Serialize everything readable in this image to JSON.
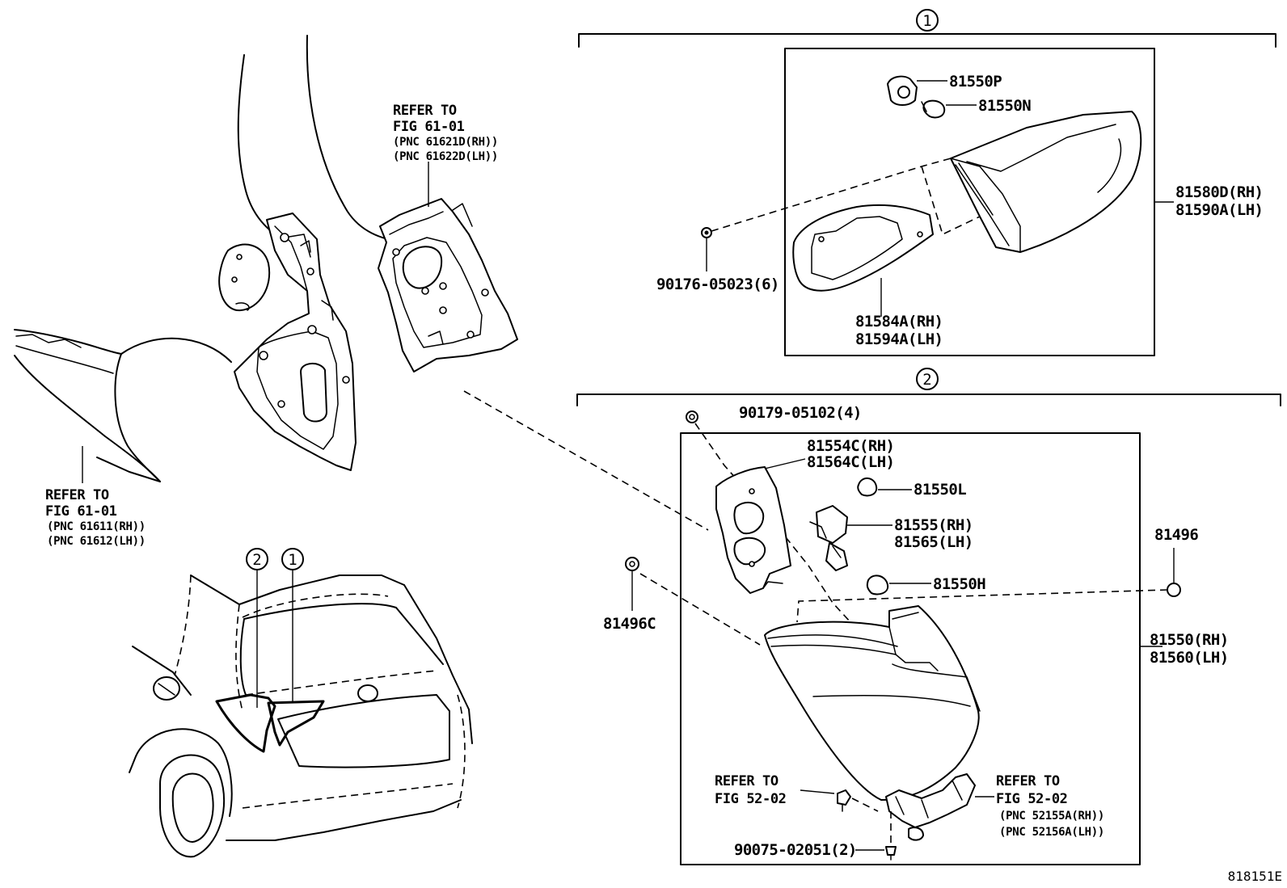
{
  "group_markers": {
    "group1": "1",
    "group2": "2"
  },
  "refs": {
    "quarter_inner": {
      "line1": "REFER TO",
      "line2": "FIG 61-01",
      "line3": "(PNC 61621D(RH))",
      "line4": "(PNC 61622D(LH))"
    },
    "quarter_outer": {
      "line1": "REFER TO",
      "line2": "FIG 61-01",
      "line3": "(PNC 61611(RH))",
      "line4": "(PNC 61612(LH))"
    },
    "fig52_screw": {
      "line1": "REFER TO",
      "line2": "FIG 52-02"
    },
    "fig52_socket": {
      "line1": "REFER TO",
      "line2": "FIG 52-02",
      "line3": "(PNC 52155A(RH))",
      "line4": "(PNC 52156A(LH))"
    }
  },
  "parts": {
    "p81550P": "81550P",
    "p81550N": "81550N",
    "p81580D": "81580D(RH)",
    "p81590A": "81590A(LH)",
    "p90176": "90176-05023(6)",
    "p81584A": "81584A(RH)",
    "p81594A": "81594A(LH)",
    "p90179": "90179-05102(4)",
    "p81554C": "81554C(RH)",
    "p81564C": "81564C(LH)",
    "p81550L": "81550L",
    "p81555": "81555(RH)",
    "p81565": "81565(LH)",
    "p81496": "81496",
    "p81496C": "81496C",
    "p81550H": "81550H",
    "p81550": "81550(RH)",
    "p81560": "81560(LH)",
    "p90075": "90075-02051(2)"
  },
  "illustration_code": "818151E"
}
